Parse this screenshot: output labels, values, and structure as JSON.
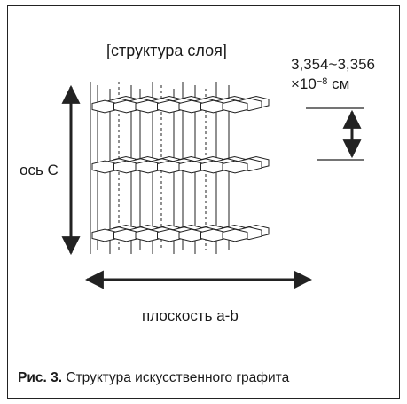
{
  "figure": {
    "title": "[структура слоя]",
    "interlayer_spacing": {
      "value_line": "3,354~3,356",
      "times": "×10",
      "exponent": "−8",
      "unit": " см"
    },
    "c_axis_label": "ось С",
    "ab_plane_label": "плоскость a-b",
    "layer_count": 3,
    "line_color": "#222222"
  },
  "caption": {
    "label": "Рис. 3.",
    "text": " Структура искусственного графита"
  }
}
